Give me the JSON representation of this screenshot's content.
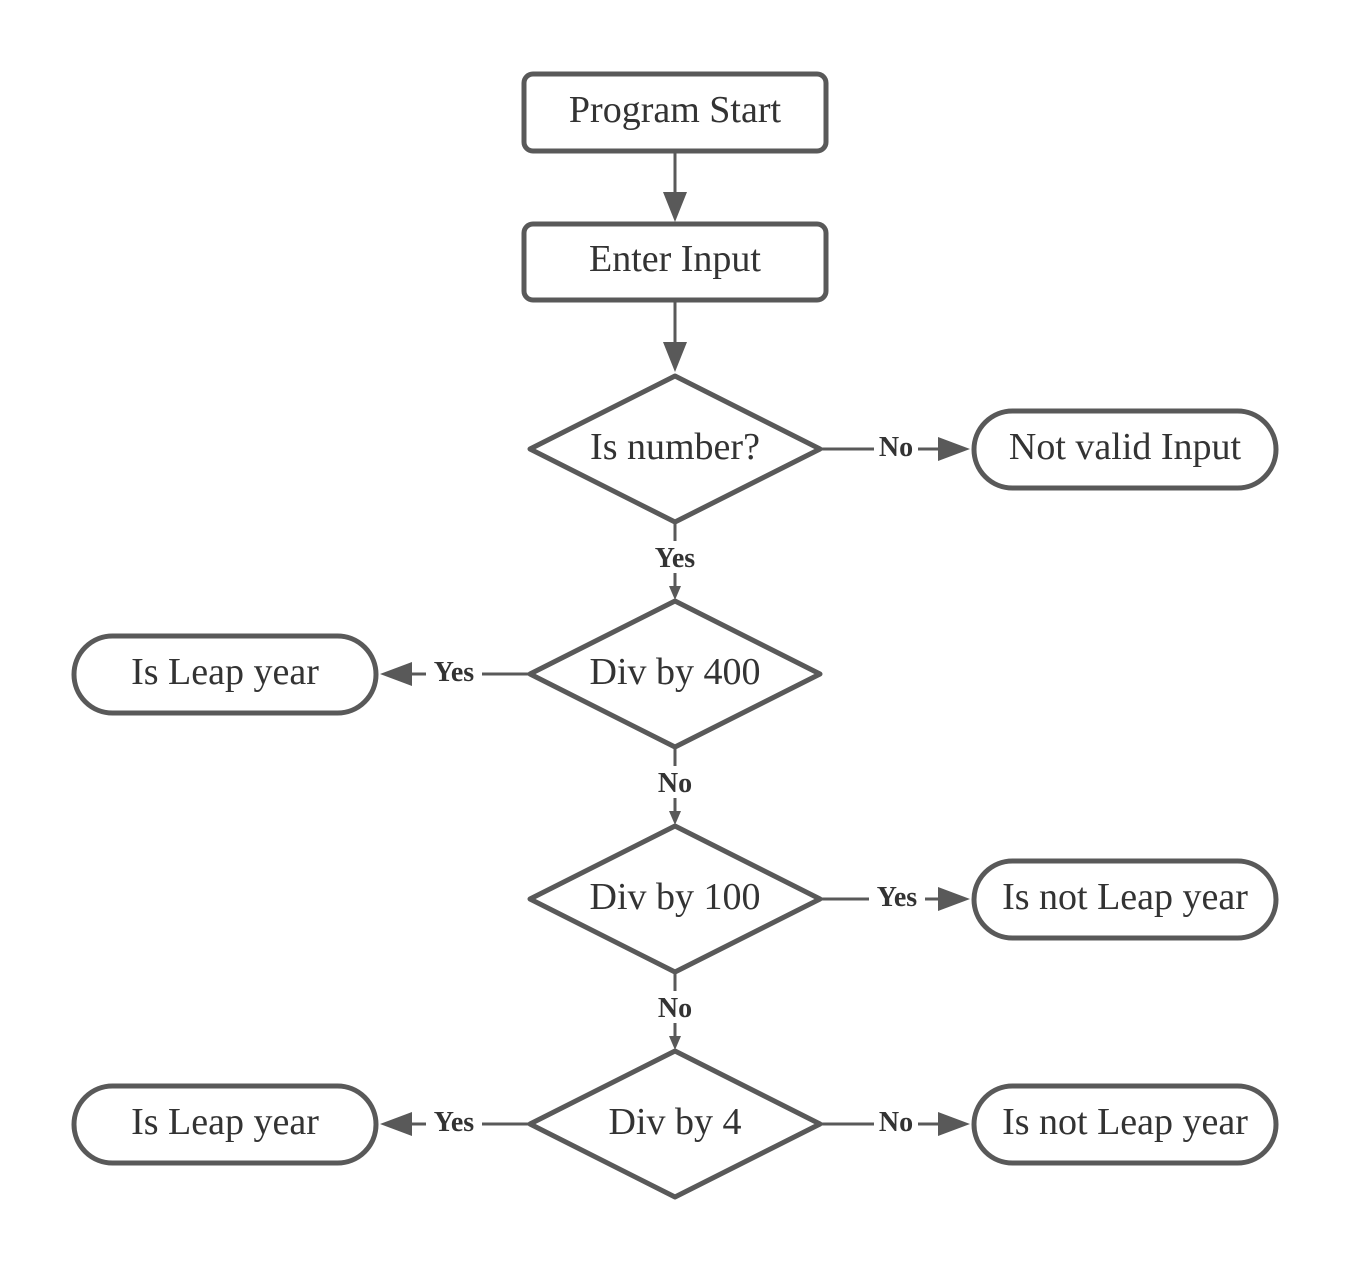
{
  "nodes": {
    "start": "Program Start",
    "input": "Enter Input",
    "is_number": "Is number?",
    "not_valid": "Not valid Input",
    "div400": "Div by 400",
    "leap_1": "Is Leap year",
    "div100": "Div by 100",
    "not_leap_1": "Is not Leap year",
    "div4": "Div by 4",
    "leap_2": "Is Leap year",
    "not_leap_2": "Is not Leap year"
  },
  "edges": {
    "is_number_no": "No",
    "is_number_yes": "Yes",
    "div400_yes": "Yes",
    "div400_no": "No",
    "div100_yes": "Yes",
    "div100_no": "No",
    "div4_yes": "Yes",
    "div4_no": "No"
  },
  "colors": {
    "stroke": "#595959",
    "text": "#333333",
    "background": "#ffffff"
  }
}
